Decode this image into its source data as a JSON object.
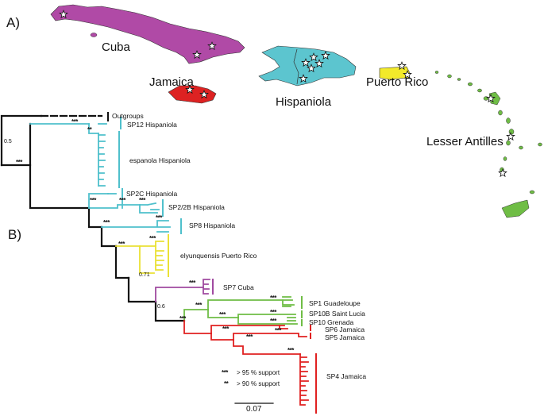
{
  "panel_a": "A)",
  "panel_b": "B)",
  "islands": {
    "cuba": {
      "name": "Cuba",
      "color": "#b04aa6"
    },
    "jamaica": {
      "name": "Jamaica",
      "color": "#dd2222"
    },
    "hispaniola": {
      "name": "Hispaniola",
      "color": "#5cc5cf"
    },
    "puerto_rico": {
      "name": "Puerto Rico",
      "color": "#f2ea2a"
    },
    "lesser_antilles": {
      "name": "Lesser Antilles",
      "color": "#6fbd45"
    }
  },
  "map_markers": "star-icon",
  "tree": {
    "outgroups": "Outgroups",
    "clades": {
      "sp12": "SP12  Hispaniola",
      "espanola": "espanola  Hispaniola",
      "sp2c": "SP2C Hispaniola",
      "sp22b": "SP2/2B Hispaniola",
      "sp8": "SP8  Hispaniola",
      "elyunquensis": "elyunquensis  Puerto Rico",
      "sp7": "SP7  Cuba",
      "sp1": "SP1  Guadeloupe",
      "sp10b": "SP10B  Saint Lucia",
      "sp10": "SP10  Grenada",
      "sp6": "SP6  Jamaica",
      "sp5": "SP5  Jamaica",
      "sp4": "SP4  Jamaica"
    },
    "support_values": {
      "v05": "0.5",
      "v071": "0.71",
      "v06": "0.6"
    },
    "support_marks": {
      "three": "***",
      "two": "**"
    }
  },
  "legend": {
    "three_stars": "***",
    "three_stars_label": "> 95 % support",
    "two_stars": "**",
    "two_stars_label": "> 90 % support"
  },
  "scale_bar": "0.07"
}
